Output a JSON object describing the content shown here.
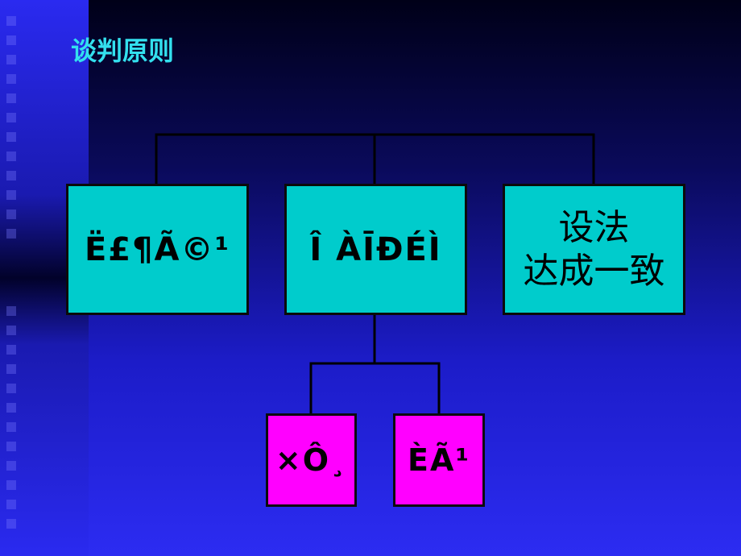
{
  "slide": {
    "title": "谈判原则",
    "colors": {
      "title": "#33e0ee",
      "box_top": "#00cccc",
      "box_bottom": "#ff00ff",
      "connector": "#000000"
    }
  },
  "org_chart": {
    "top_boxes": [
      {
        "label": "Ë£¶Ã©¹"
      },
      {
        "label": "Î ÀĪÐÉÌ"
      },
      {
        "label": "设法\n达成一致"
      }
    ],
    "bottom_boxes": [
      {
        "label": "×Ô¸"
      },
      {
        "label": "ÈÃ¹"
      }
    ]
  }
}
